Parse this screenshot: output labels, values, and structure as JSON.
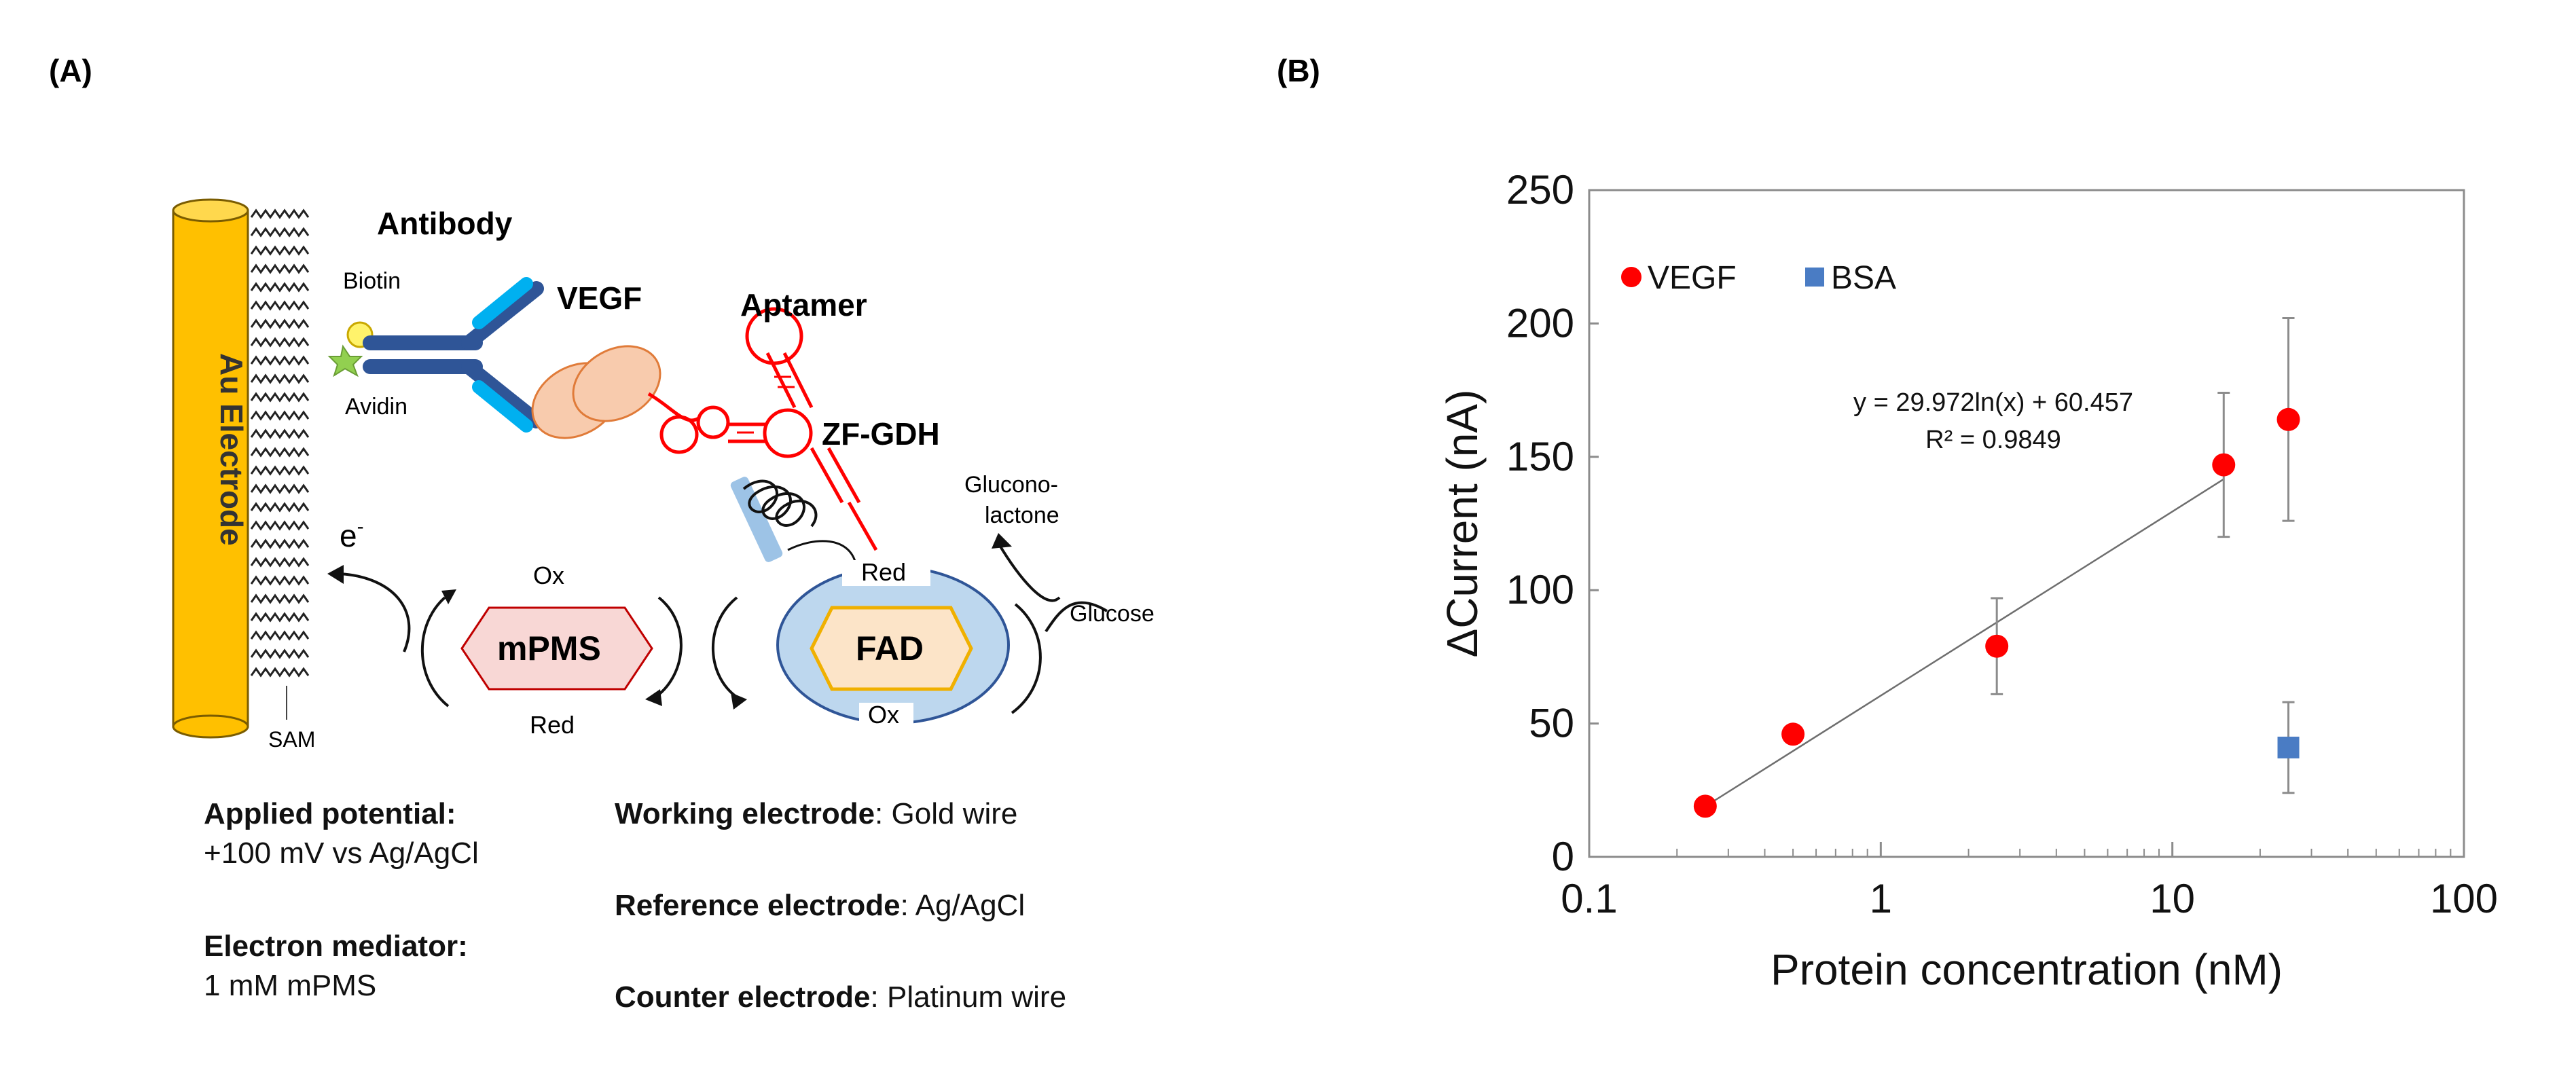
{
  "panel_a": {
    "label": "(A)",
    "electrode": "Au Electrode",
    "sam": "SAM",
    "electron": "e",
    "electron_sup": "-",
    "antibody": "Antibody",
    "biotin": "Biotin",
    "avidin": "Avidin",
    "vegf": "VEGF",
    "aptamer": "Aptamer",
    "zfgdh": "ZF-GDH",
    "ox_top": "Ox",
    "mpms": "mPMS",
    "red_bottom": "Red",
    "red_top": "Red",
    "fad": "FAD",
    "ox_bottom": "Ox",
    "gluconolactone_1": "Glucono-",
    "gluconolactone_2": "lactone",
    "glucose": "Glucose",
    "applied_potential_label": "Applied potential:",
    "applied_potential_value": "+100 mV vs Ag/AgCl",
    "mediator_label": "Electron mediator:",
    "mediator_value": "1 mM mPMS",
    "working_label": "Working electrode",
    "working_value": ": Gold wire",
    "reference_label": "Reference electrode",
    "reference_value": ": Ag/AgCl",
    "counter_label": "Counter electrode",
    "counter_value": ": Platinum wire",
    "colors": {
      "electrode": "#FFC000",
      "antibody": "#2F5597",
      "antibody_tip": "#00B0F0",
      "vegf": "#F4B183",
      "aptamer": "#FF0000",
      "mpms_fill": "#F8D7D5",
      "fad_fill": "#FCE4C8",
      "enzyme_fill": "#BDD7EE"
    }
  },
  "chart_data": {
    "type": "scatter",
    "panel_label": "(B)",
    "xlabel": "Protein concentration (nM)",
    "ylabel": "ΔCurrent (nA)",
    "xscale": "log",
    "xlim": [
      0.1,
      100
    ],
    "ylim": [
      0,
      250
    ],
    "xticks": [
      0.1,
      1,
      10,
      100
    ],
    "xtick_labels": [
      "0.1",
      "1",
      "10",
      "100"
    ],
    "yticks": [
      0,
      50,
      100,
      150,
      200,
      250
    ],
    "ytick_labels": [
      "0",
      "50",
      "100",
      "150",
      "200",
      "250"
    ],
    "grid": false,
    "legend_position": "top-left",
    "series": [
      {
        "name": "VEGF",
        "color": "#FF0000",
        "marker": "circle",
        "x": [
          0.25,
          0.5,
          2.5,
          15,
          25
        ],
        "y": [
          19,
          46,
          79,
          147,
          164
        ],
        "err": [
          0,
          0,
          18,
          27,
          38
        ]
      },
      {
        "name": "BSA",
        "color": "#4A7CC4",
        "marker": "square",
        "x": [
          25
        ],
        "y": [
          41
        ],
        "err": [
          17
        ]
      }
    ],
    "fit": {
      "equation": "y = 29.972ln(x) + 60.457",
      "r2": "R² = 0.9849",
      "a": 29.972,
      "b": 60.457,
      "x_range": [
        0.25,
        15
      ]
    }
  }
}
